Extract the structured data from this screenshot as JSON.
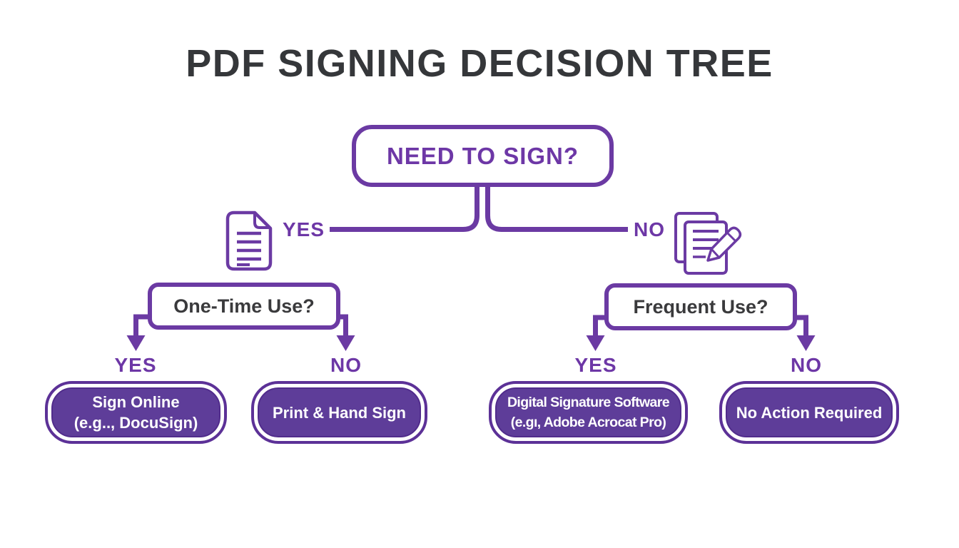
{
  "title": "PDF SIGNING DECISION TREE",
  "root": {
    "question": "NEED TO SIGN?"
  },
  "level1": {
    "yes": "YES",
    "no": "NO"
  },
  "left_branch": {
    "question": "One-Time Use?",
    "yes": "YES",
    "no": "NO",
    "yes_outcome": {
      "line1": "Sign Online",
      "line2": "(e.g.., DocuSign)"
    },
    "no_outcome": {
      "line1": "Print & Hand Sign"
    }
  },
  "right_branch": {
    "question": "Frequent Use?",
    "yes": "YES",
    "no": "NO",
    "yes_outcome": {
      "line1": "Digital Signature Software",
      "line2": "(e.gı, Adobe Acrocat Pro)"
    },
    "no_outcome": {
      "line1": "No Action Required"
    }
  },
  "icons": {
    "left": "document-icon",
    "right": "document-and-pen-icon"
  },
  "colors": {
    "accent_purple": "#6b3aa3",
    "label_purple": "#6d37a6",
    "leaf_outer_border": "#5c3197",
    "leaf_fill": "#5e3d99",
    "leaf_inner_border": "#512c8c",
    "title_text": "#35373a",
    "question_text": "#3a3a3c",
    "leaf_text": "#ffffff",
    "background": "#ffffff"
  }
}
